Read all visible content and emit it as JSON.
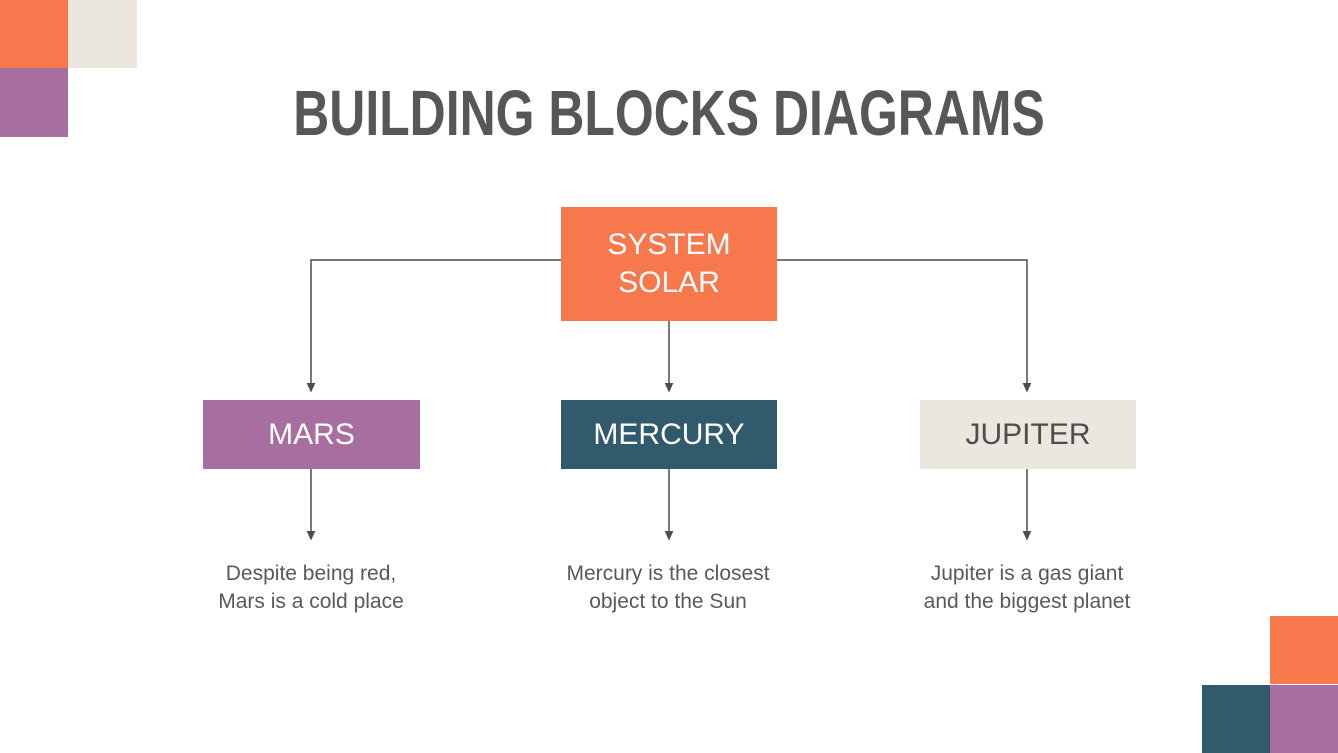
{
  "slide": {
    "title": "BUILDING BLOCKS DIAGRAMS"
  },
  "colors": {
    "orange": "#F8784E",
    "purple": "#A76FA0",
    "teal": "#315A6C",
    "beige": "#EBE7DF",
    "title_text": "#575757",
    "body_text": "#595959",
    "box_text_light": "#FFFFFF",
    "box_text_dark": "#4D4D4D",
    "connector": "#4D4D4D",
    "background": "#FFFFFF"
  },
  "diagram": {
    "root": {
      "label": "SYSTEM\nSOLAR"
    },
    "nodes": [
      {
        "label": "MARS",
        "description": "Despite being red,\nMars is a cold place"
      },
      {
        "label": "MERCURY",
        "description": "Mercury is the closest\nobject to the Sun"
      },
      {
        "label": "JUPITER",
        "description": "Jupiter is a gas giant\nand the biggest planet"
      }
    ]
  }
}
